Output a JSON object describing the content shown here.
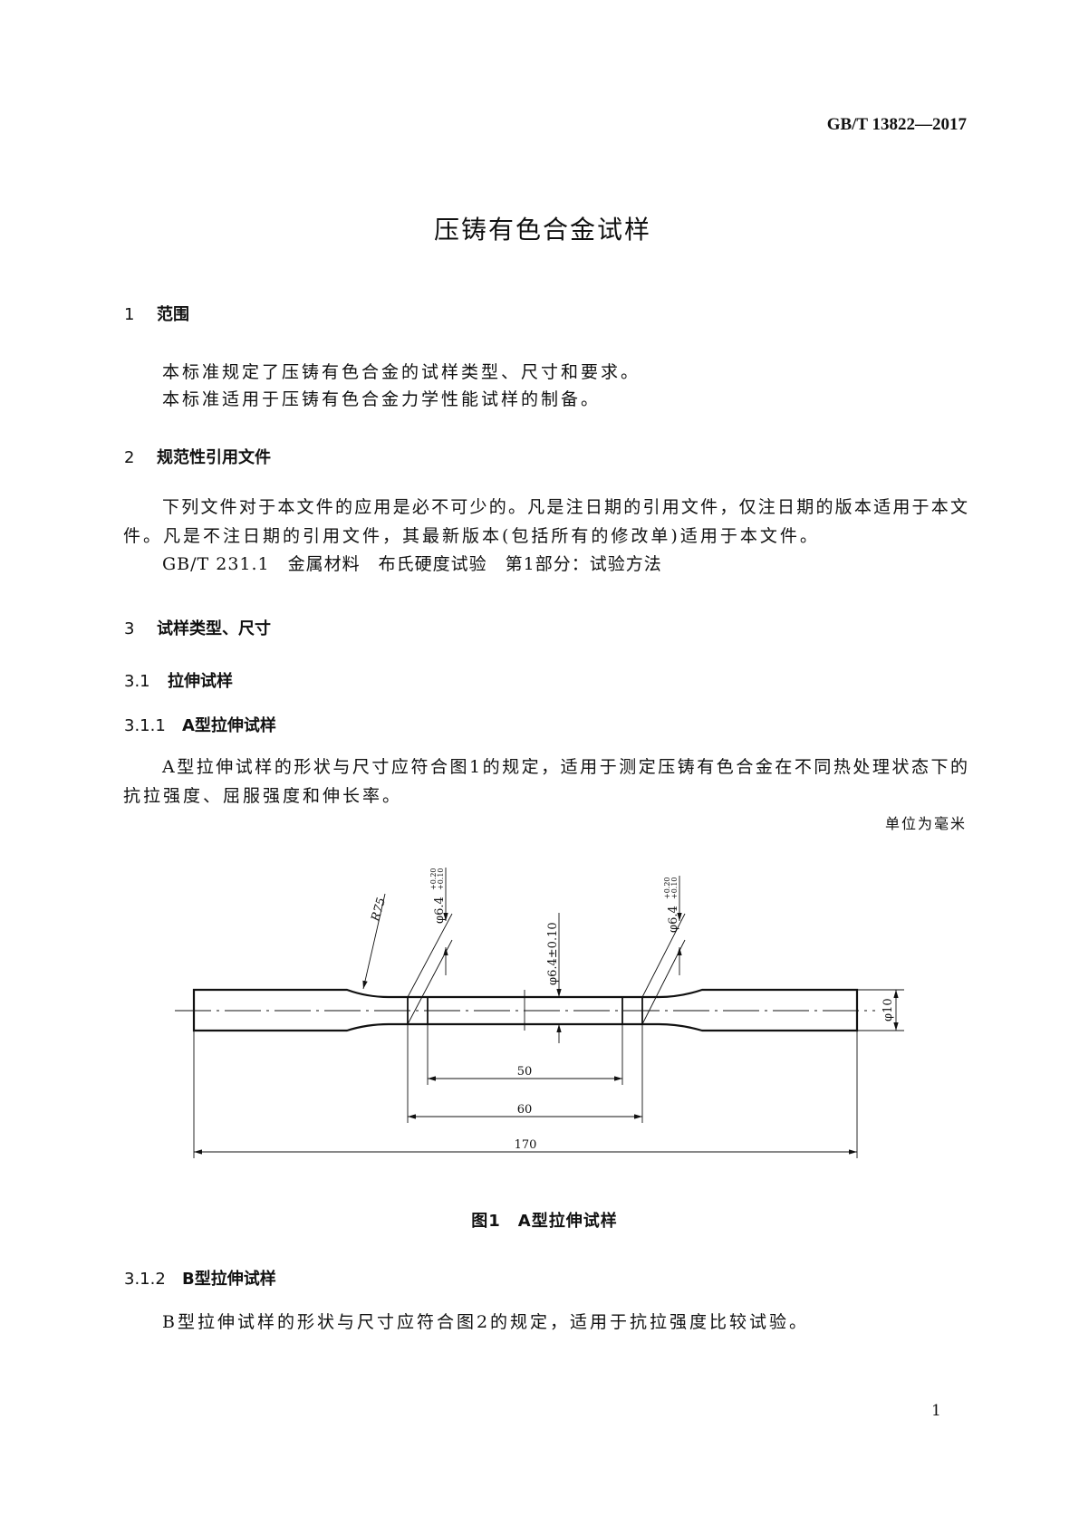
{
  "header": {
    "standard_number": "GB/T 13822—2017"
  },
  "title": "压铸有色合金试样",
  "sections": {
    "s1": {
      "num": "1",
      "title": "范围",
      "lines": [
        "本标准规定了压铸有色合金的试样类型、尺寸和要求。",
        "本标准适用于压铸有色合金力学性能试样的制备。"
      ]
    },
    "s2": {
      "num": "2",
      "title": "规范性引用文件",
      "lines": [
        "下列文件对于本文件的应用是必不可少的。凡是注日期的引用文件，仅注日期的版本适用于本文",
        "件。凡是不注日期的引用文件，其最新版本(包括所有的修改单)适用于本文件。"
      ],
      "reference": "GB/T 231.1　金属材料　布氏硬度试验　第1部分：试验方法"
    },
    "s3": {
      "num": "3",
      "title": "试样类型、尺寸"
    },
    "s31": {
      "num": "3.1",
      "title": "拉伸试样"
    },
    "s311": {
      "num": "3.1.1",
      "title": "A型拉伸试样",
      "lines": [
        "A型拉伸试样的形状与尺寸应符合图1的规定，适用于测定压铸有色合金在不同热处理状态下的",
        "抗拉强度、屈服强度和伸长率。"
      ]
    },
    "s312": {
      "num": "3.1.2",
      "title": "B型拉伸试样",
      "lines": [
        "B型拉伸试样的形状与尺寸应符合图2的规定，适用于抗拉强度比较试验。"
      ]
    }
  },
  "figure1": {
    "unit_note": "单位为毫米",
    "caption": "图1　A型拉伸试样",
    "labels": {
      "radius": "R75",
      "left_dia": "φ6.4",
      "left_tol_upper": "+0.20",
      "left_tol_lower": "+0.10",
      "center_dia": "φ6.4±0.10",
      "right_dia": "φ6.4",
      "right_tol_upper": "+0.20",
      "right_tol_lower": "+0.10",
      "grip_dia": "φ10",
      "gauge_length": "50",
      "parallel_length": "60",
      "total_length": "170"
    }
  },
  "page_number": "1"
}
